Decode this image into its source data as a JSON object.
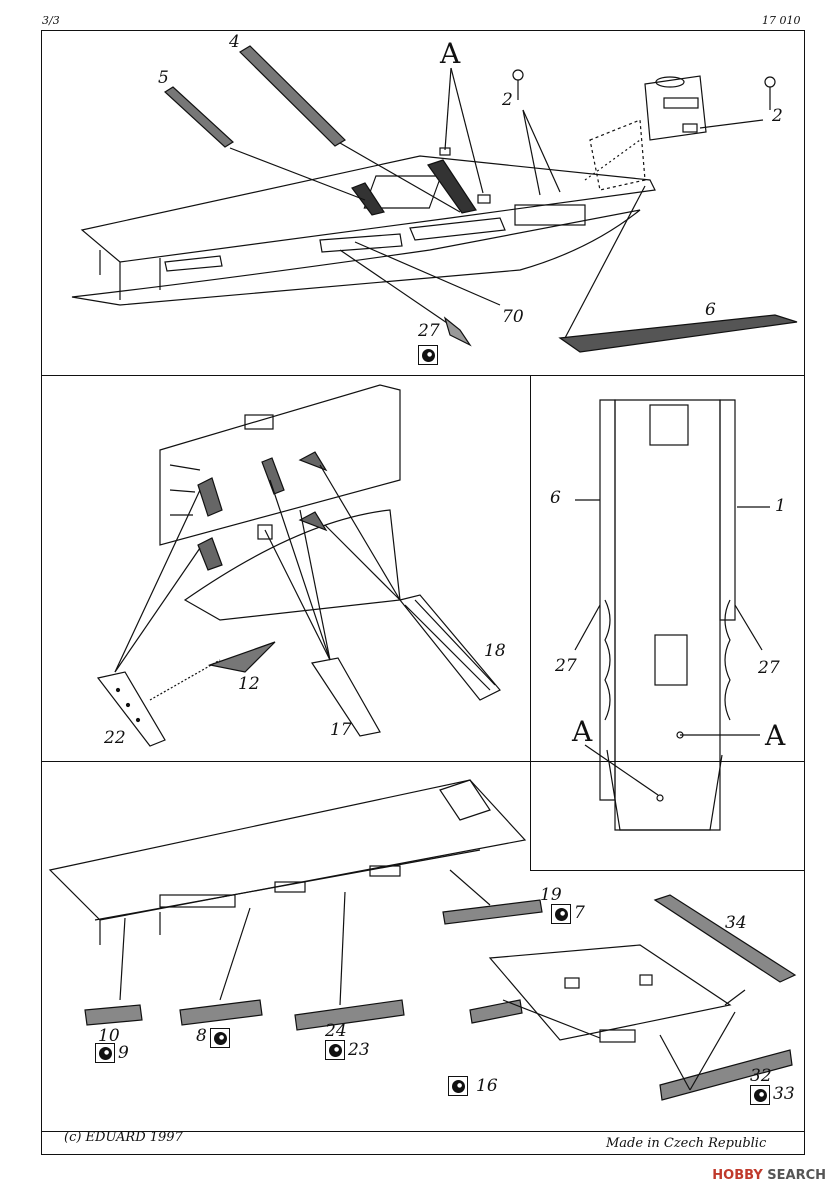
{
  "header": {
    "page": "3/3",
    "code": "17 010"
  },
  "labels": {
    "p4": "4",
    "p5": "5",
    "pA1": "A",
    "p2a": "2",
    "p2b": "2",
    "p70": "70",
    "p27a": "27",
    "p6a": "6",
    "p12": "12",
    "p18": "18",
    "p22": "22",
    "p17": "17",
    "p6b": "6",
    "p1": "1",
    "p27b": "27",
    "p27c": "27",
    "pA2": "A",
    "pA3": "A",
    "p19": "19",
    "p7": "7",
    "p34": "34",
    "p10": "10",
    "p9": "9",
    "p8": "8",
    "p24": "24",
    "p23": "23",
    "p16": "16",
    "p32": "32",
    "p33": "33"
  },
  "footer": {
    "copyright": "(c) EDUARD 1997",
    "origin": "Made in Czech Republic"
  },
  "watermark": {
    "brand": "HOBBY",
    "rest": " SEARCH"
  }
}
